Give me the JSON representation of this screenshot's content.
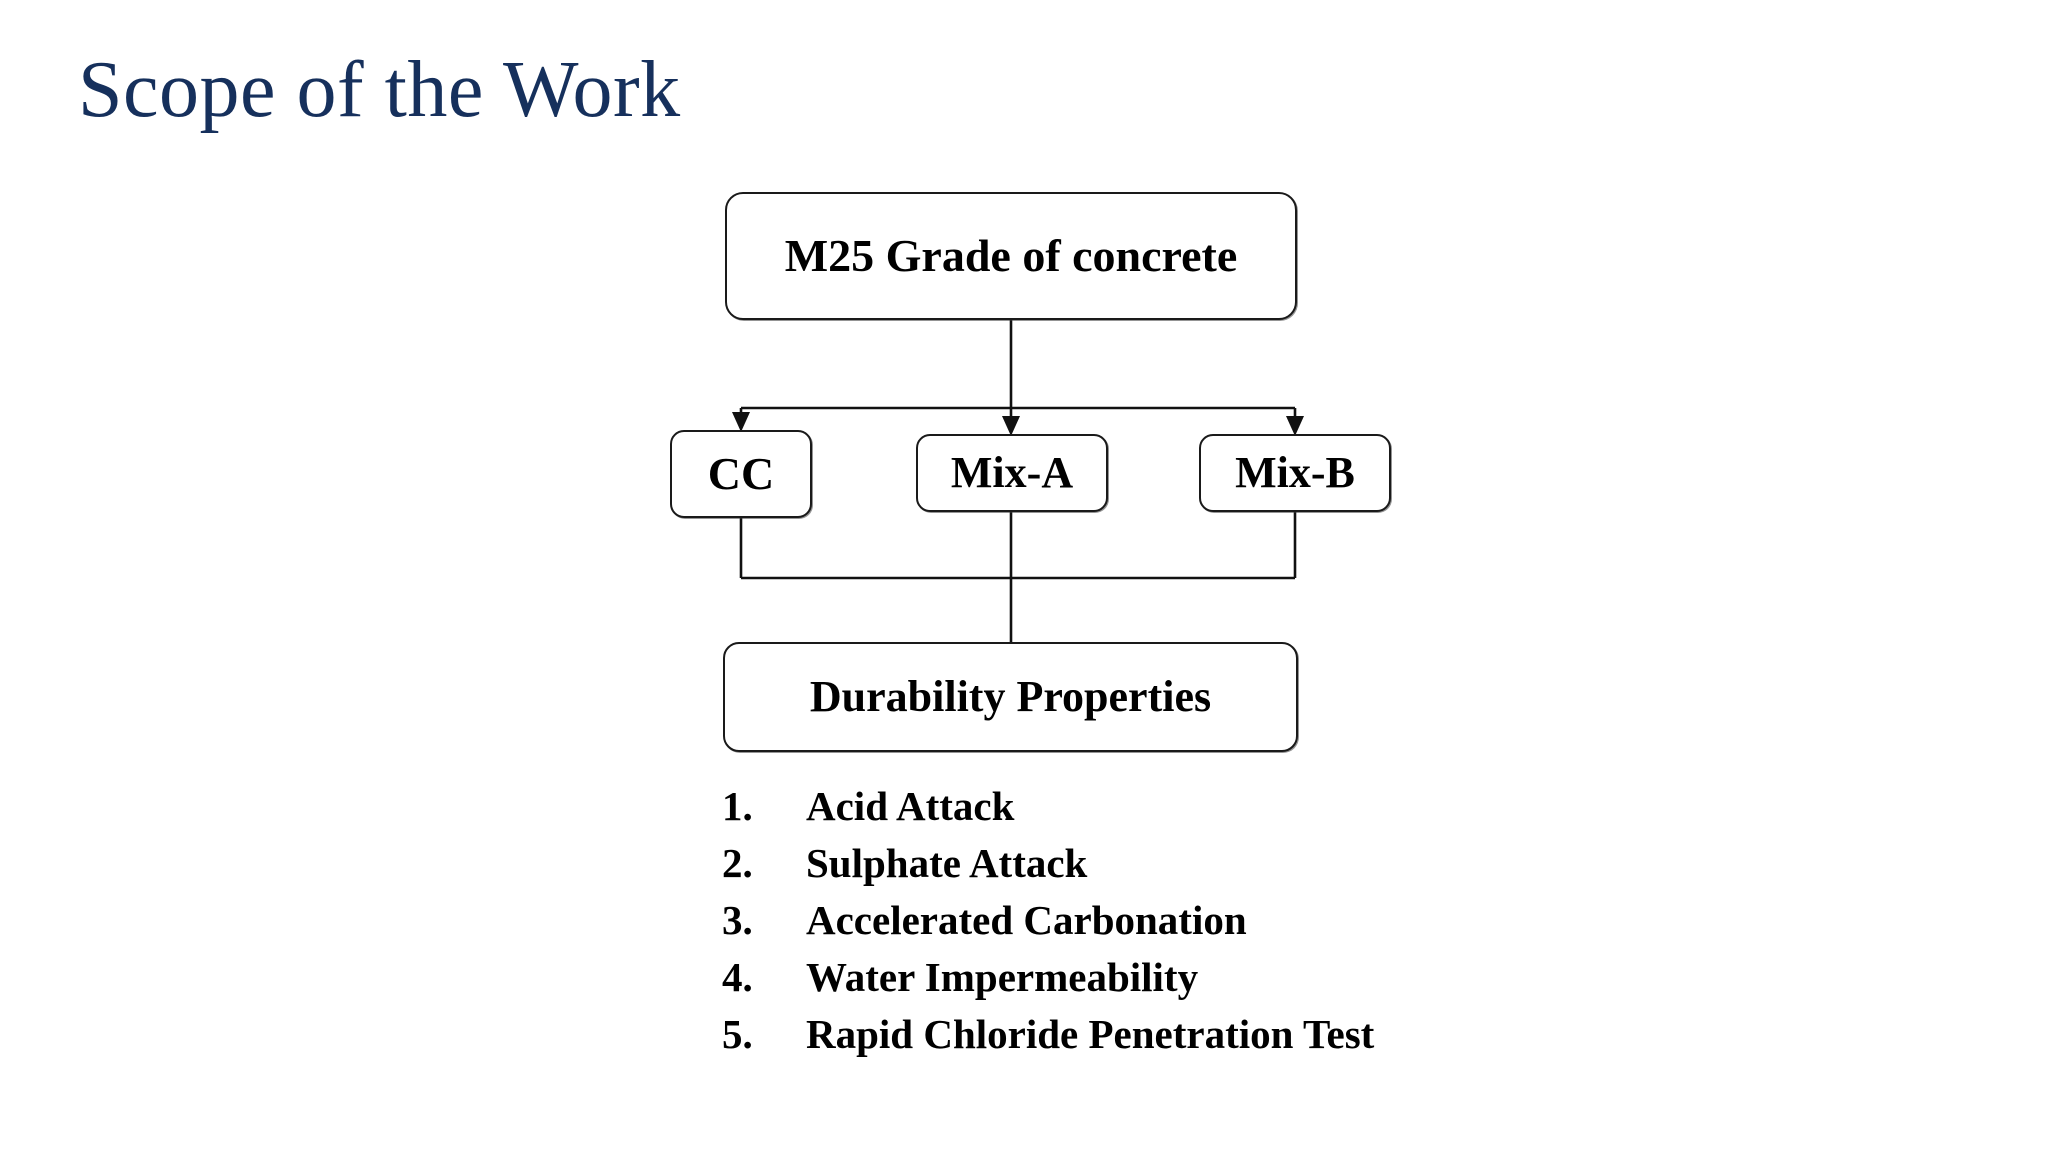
{
  "slide": {
    "title": "Scope of the Work",
    "background_color": "#ffffff",
    "title_color": "#16305c"
  },
  "diagram": {
    "type": "flowchart",
    "orientation": "top-down",
    "node_border_color": "#1a1a1a",
    "node_fill_color": "#ffffff",
    "connector_color": "#111111",
    "nodes": [
      {
        "id": "m25",
        "label": "M25 Grade of concrete",
        "level": 0
      },
      {
        "id": "cc",
        "label": "CC",
        "level": 1
      },
      {
        "id": "mix-a",
        "label": "Mix-A",
        "level": 1
      },
      {
        "id": "mix-b",
        "label": "Mix-B",
        "level": 1
      },
      {
        "id": "durability",
        "label": "Durability Properties",
        "level": 2
      }
    ],
    "edges": [
      {
        "from": "m25",
        "to": "cc"
      },
      {
        "from": "m25",
        "to": "mix-a"
      },
      {
        "from": "m25",
        "to": "mix-b"
      },
      {
        "from": "cc",
        "to": "durability"
      },
      {
        "from": "mix-a",
        "to": "durability"
      },
      {
        "from": "mix-b",
        "to": "durability"
      }
    ]
  },
  "durability_tests": [
    {
      "number": "1.",
      "name": "Acid Attack"
    },
    {
      "number": "2.",
      "name": "Sulphate Attack"
    },
    {
      "number": "3.",
      "name": "Accelerated Carbonation"
    },
    {
      "number": "4.",
      "name": "Water Impermeability"
    },
    {
      "number": "5.",
      "name": "Rapid Chloride Penetration Test"
    }
  ]
}
